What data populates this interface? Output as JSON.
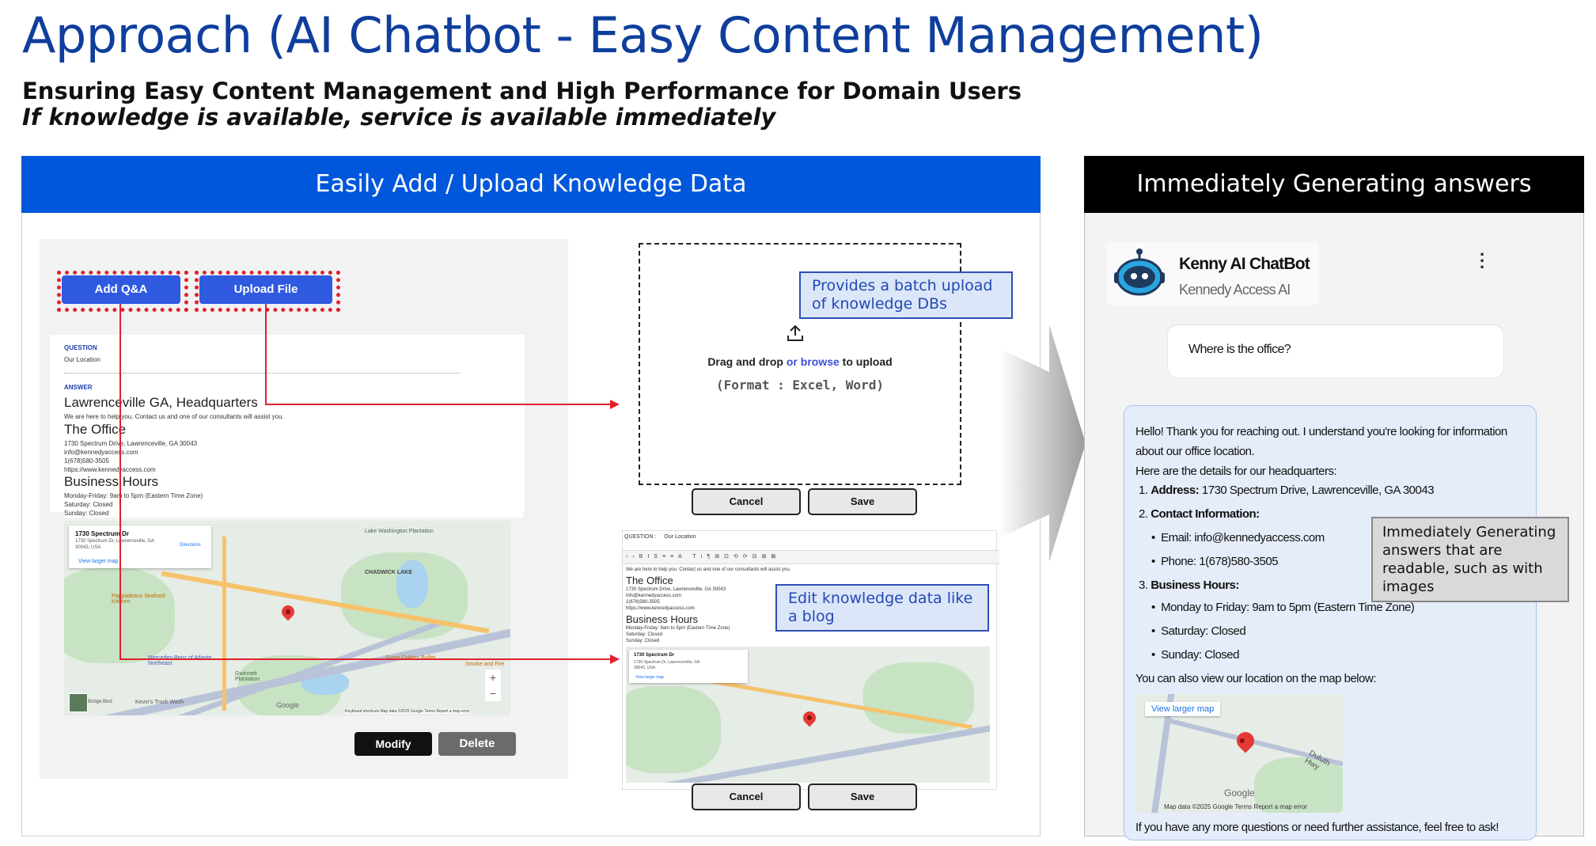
{
  "header": {
    "title": "Approach (AI Chatbot - Easy Content Management)",
    "subtitle": "Ensuring Easy Content Management and High Performance for Domain Users",
    "tagline": "If knowledge is available, service is available immediately"
  },
  "left_panel": {
    "heading": "Easily Add / Upload Knowledge Data",
    "add_qa_label": "Add Q&A",
    "upload_file_label": "Upload File",
    "qa": {
      "question_label": "QUESTION",
      "question_value": "Our Location",
      "answer_label": "ANSWER",
      "headline": "Lawrenceville GA, Headquarters",
      "intro": "We are here to help you. Contact us and one of our consultants will assist you.",
      "office_title": "The Office",
      "address": "1730 Spectrum Drive, Lawrenceville, GA 30043",
      "email": "info@kennedyaccess.com",
      "phone": "1(678)580-3505",
      "website": "https://www.kennedyaccess.com",
      "hours_title": "Business Hours",
      "hours_weekday": "Monday-Friday: 9am to 5pm (Eastern Time Zone)",
      "hours_sat": "Saturday: Closed",
      "hours_sun": "Sunday: Closed"
    },
    "map": {
      "place_name": "1730 Spectrum Dr",
      "place_addr1": "1730 Spectrum Dr, Lawrenceville, GA",
      "place_addr2": "30043, USA",
      "directions": "Directions",
      "larger_map": "View larger map",
      "label_lake": "Lake Washington Plantation",
      "label_chadwick": "CHADWICK LAKE",
      "label_pappadeaux": "Pappadeaux Seafood Kitchen",
      "label_mercedes": "Mercedes-Benz of Atlanta Northeast",
      "label_buffet": "Super Golden Buffet",
      "label_smoke": "Smoke and Fire",
      "label_gwinnett": "Gwinnett Plantation",
      "label_kevin": "Kevin's Truck Wash",
      "label_bridge": "Bridge Blvd",
      "google": "Google",
      "footer": "Keyboard shortcuts   Map data ©2025 Google   Terms   Report a map error"
    },
    "modify_label": "Modify",
    "delete_label": "Delete",
    "upload": {
      "drag_text": "Drag and drop ",
      "browse_text": "or browse",
      "to_upload": " to upload",
      "format": "(Format : Excel, Word)",
      "cancel": "Cancel",
      "save": "Save"
    },
    "callout_batch": "Provides a batch upload of knowledge DBs",
    "callout_blog": "Edit knowledge data like a blog",
    "editor": {
      "question_label": "QUESTION :",
      "question_value": "Our Location",
      "cancel": "Cancel",
      "save": "Save"
    }
  },
  "right_panel": {
    "heading": "Immediately Generating answers",
    "bot_name": "Kenny AI ChatBot",
    "bot_sub": "Kennedy Access AI",
    "user_question": "Where is the office?",
    "answer": {
      "p1": "Hello! Thank you for reaching out. I understand you're looking for information about our office location.",
      "p2": "Here are the details for our headquarters:",
      "addr_label": "Address:",
      "addr_value": " 1730 Spectrum Drive, Lawrenceville, GA 30043",
      "contact_label": "Contact Information:",
      "email": "Email: info@kennedyaccess.com",
      "phone": "Phone: 1(678)580-3505",
      "hours_label": "Business Hours:",
      "hours_weekday": "Monday to Friday: 9am to 5pm (Eastern Time Zone)",
      "hours_sat": "Saturday: Closed",
      "hours_sun": "Sunday: Closed",
      "map_line": "You can also view our location on the map below:",
      "map_larger": "View larger map",
      "map_google": "Google",
      "map_footer": "Map data ©2025 Google   Terms   Report a map error",
      "map_road": "Duluth Hwy",
      "closing": "If you have any more questions or need further assistance, feel free to ask!"
    },
    "callout": "Immediately Generating answers that are readable, such as with images"
  },
  "colors": {
    "title_blue": "#0f3e9c",
    "left_head": "#0057db",
    "right_head": "#000000",
    "button_blue": "#2f5ae0",
    "accent_red": "#e0212b"
  }
}
